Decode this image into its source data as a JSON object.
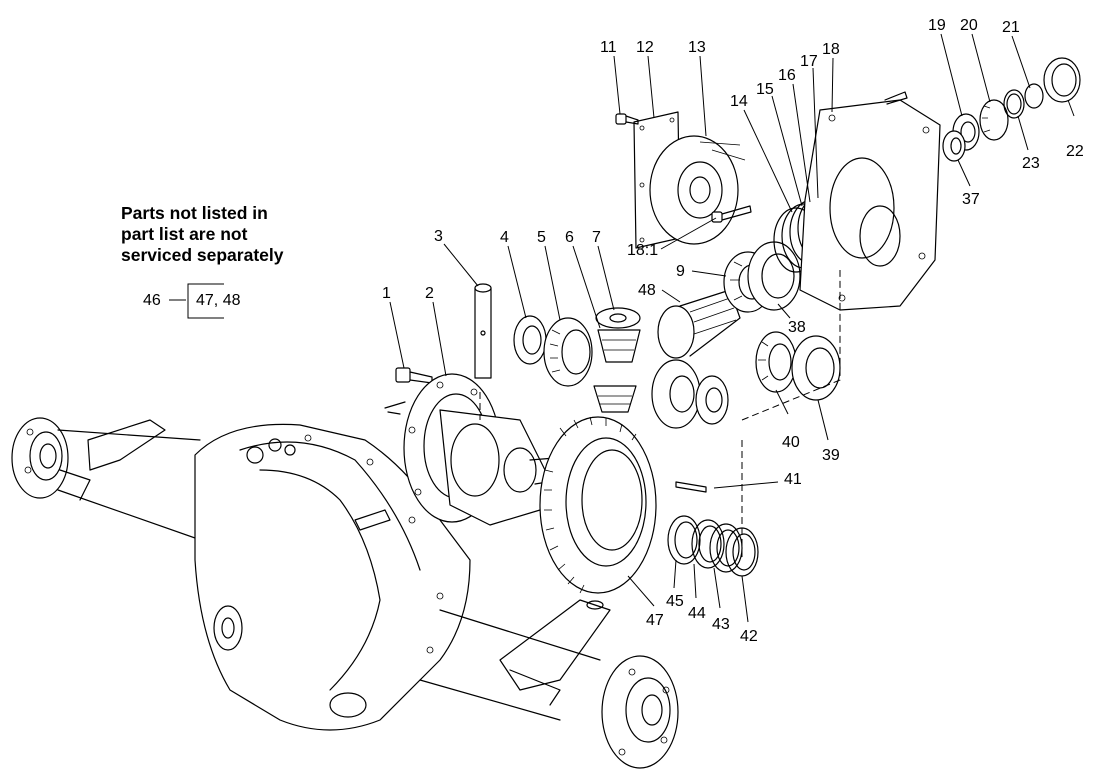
{
  "note": {
    "lines": [
      "Parts not listed in",
      "part list are not",
      "serviced separately"
    ]
  },
  "kit": {
    "number": "46",
    "contents": "47, 48"
  },
  "callouts": {
    "1": "1",
    "2": "2",
    "3": "3",
    "4": "4",
    "5": "5",
    "6": "6",
    "7": "7",
    "9": "9",
    "11": "11",
    "12": "12",
    "13": "13",
    "14": "14",
    "15": "15",
    "16": "16",
    "17": "17",
    "18": "18",
    "18_1": "18:1",
    "19": "19",
    "20": "20",
    "21": "21",
    "22": "22",
    "23": "23",
    "37": "37",
    "38": "38",
    "39": "39",
    "40": "40",
    "41": "41",
    "42": "42",
    "43": "43",
    "44": "44",
    "45": "45",
    "47": "47",
    "48": "48"
  }
}
